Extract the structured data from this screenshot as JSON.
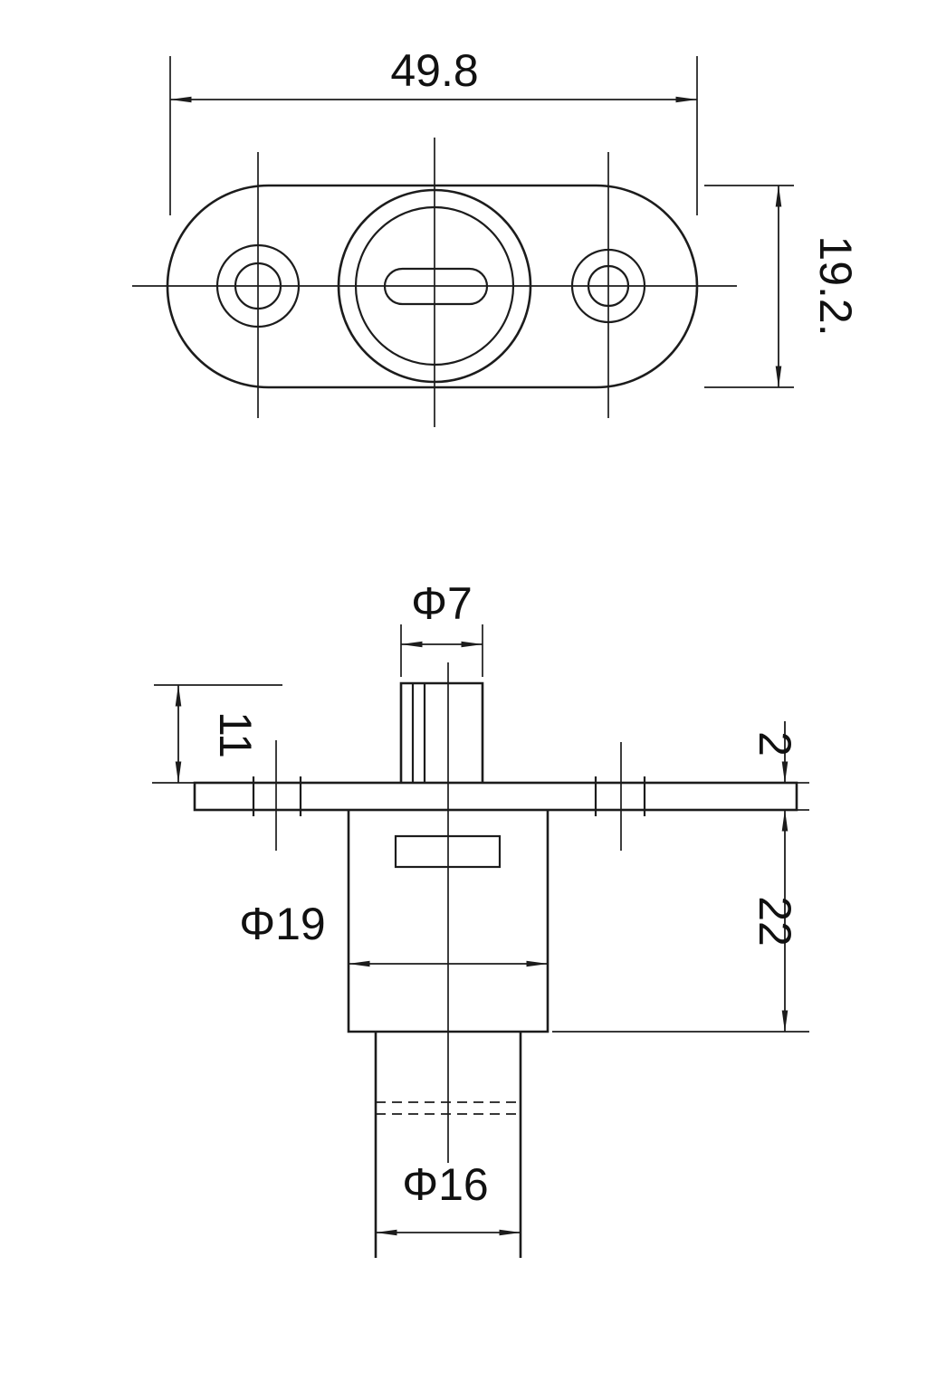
{
  "drawing": {
    "kind": "technical-drawing",
    "line_color": "#1c1c1c",
    "background_color": "#ffffff",
    "views": [
      "top-view",
      "front-section-view"
    ]
  },
  "labels": {
    "width": "49.8",
    "height": "19.2.",
    "shaft_diameter": "Φ7",
    "shaft_height": "11",
    "flange_thickness": "2",
    "body_diameter": "Φ19",
    "body_depth": "22",
    "cylinder_diameter": "Φ16"
  }
}
